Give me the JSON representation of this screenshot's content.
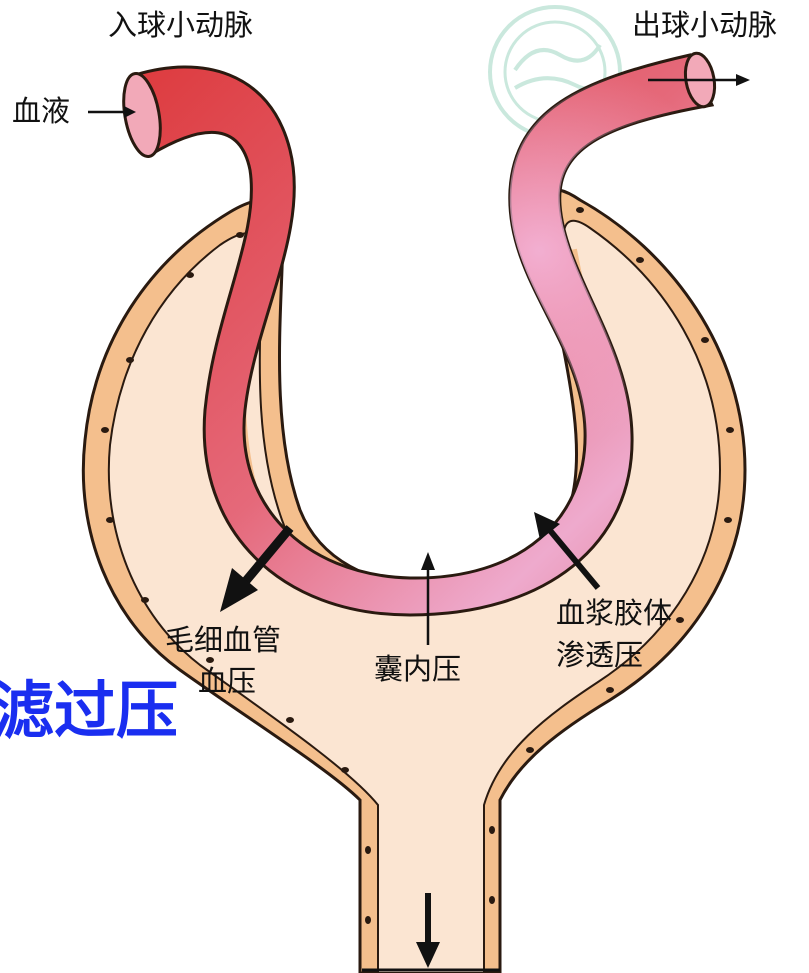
{
  "labels": {
    "afferent_arteriole": "入球小动脉",
    "efferent_arteriole": "出球小动脉",
    "blood": "血液",
    "capillary_pressure_line1": "毛细血管",
    "capillary_pressure_line2": "血压",
    "capsule_pressure": "囊内压",
    "oncotic_pressure_line1": "血浆胶体",
    "oncotic_pressure_line2": "渗透压",
    "filtration_pressure": "滤过压"
  },
  "colors": {
    "vessel_dark": "#dd3a3d",
    "vessel_mid": "#e5697a",
    "vessel_light": "#eeaacd",
    "capsule_fill": "#fbe5d2",
    "capsule_wall": "#f4bf8d",
    "title_blue": "#1a2ef0",
    "watermark_teal": "#9fd6c3"
  }
}
